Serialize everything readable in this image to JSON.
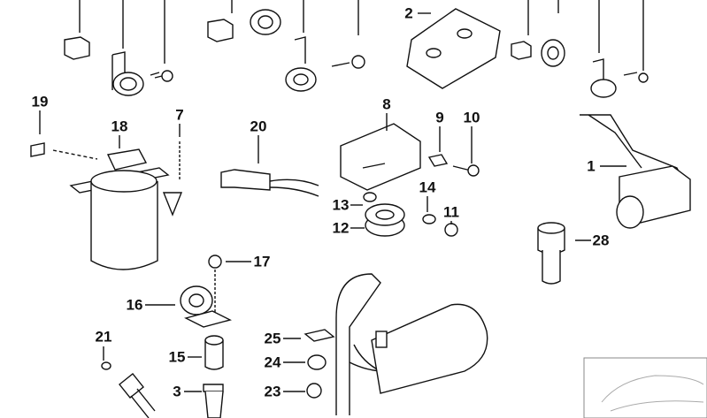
{
  "diagram": {
    "labels": [
      "2",
      "19",
      "18",
      "7",
      "20",
      "8",
      "9",
      "10",
      "1",
      "13",
      "14",
      "11",
      "12",
      "28",
      "17",
      "16",
      "21",
      "15",
      "3",
      "25",
      "24",
      "23"
    ]
  }
}
